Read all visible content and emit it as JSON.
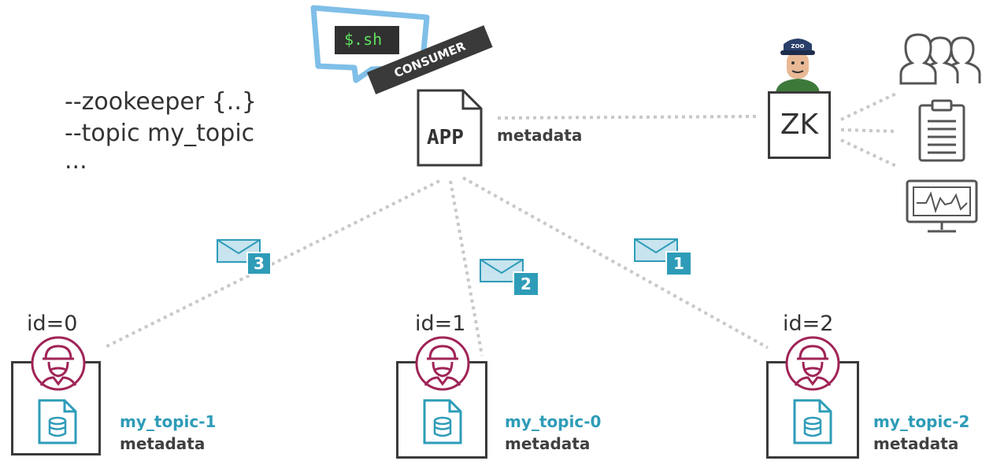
{
  "command": {
    "line1": "--zookeeper {..}",
    "line2": "--topic my_topic",
    "line3": "..."
  },
  "terminal": {
    "label": "$.sh"
  },
  "consumer": {
    "banner": "CONSUMER",
    "app_label": "APP",
    "metadata_label": "metadata"
  },
  "zookeeper": {
    "label": "ZK",
    "cap_text": "ZOO"
  },
  "messages": [
    {
      "number": "3"
    },
    {
      "number": "2"
    },
    {
      "number": "1"
    }
  ],
  "brokers": [
    {
      "id_label": "id=0",
      "topic": "my_topic-1",
      "metadata_label": "metadata"
    },
    {
      "id_label": "id=1",
      "topic": "my_topic-0",
      "metadata_label": "metadata"
    },
    {
      "id_label": "id=2",
      "topic": "my_topic-2",
      "metadata_label": "metadata"
    }
  ],
  "colors": {
    "speech_bubble": "#7fbfe8",
    "teal": "#2e9cb8",
    "envelope": "#c7e4ef",
    "broker_ring": "#a02457",
    "terminal_bg": "#303030",
    "terminal_text": "#5fe05f",
    "line": "#c8c8c8"
  }
}
